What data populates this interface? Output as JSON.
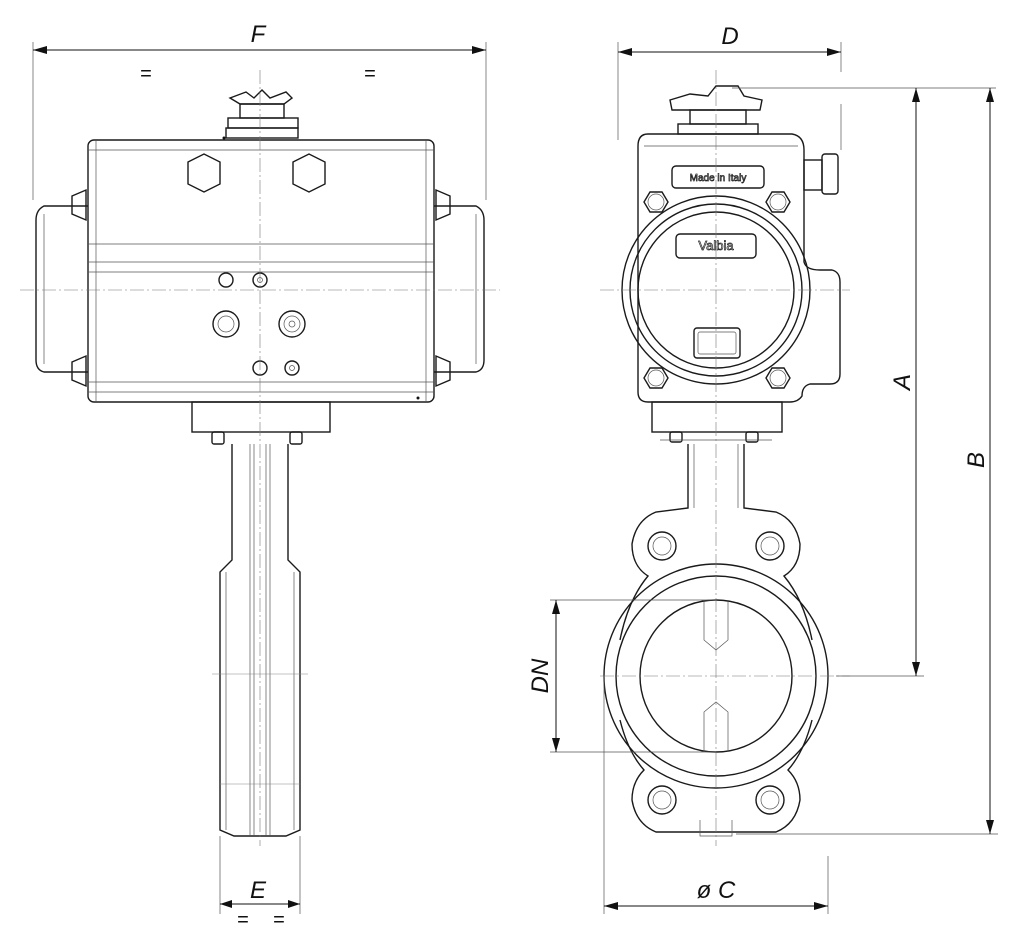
{
  "dimension_labels": {
    "F": "F",
    "D": "D",
    "A": "A",
    "B": "B",
    "DN": "DN",
    "C": "ø C",
    "E": "E"
  },
  "equal_marks": {
    "top_left": "=",
    "top_right": "=",
    "bottom_left": "=",
    "bottom_right": "="
  },
  "markings": {
    "origin_plate": "Made in Italy",
    "brand_plate": "Valbia"
  }
}
